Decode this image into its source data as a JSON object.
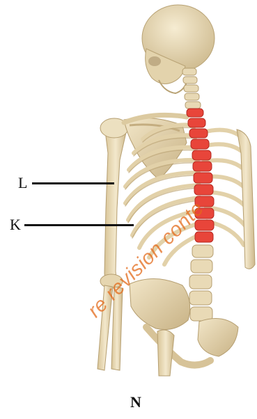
{
  "labels": {
    "l": "L",
    "k": "K",
    "n": "N"
  },
  "watermark": {
    "text": "re revision conte"
  },
  "colors": {
    "bone": "#eadcbc",
    "bone_shadow": "#c9b78e",
    "bone_outline": "#b59e70",
    "highlight_vertebrae": "#e8453a",
    "watermark": "#e46a1a",
    "leader": "#111111"
  }
}
